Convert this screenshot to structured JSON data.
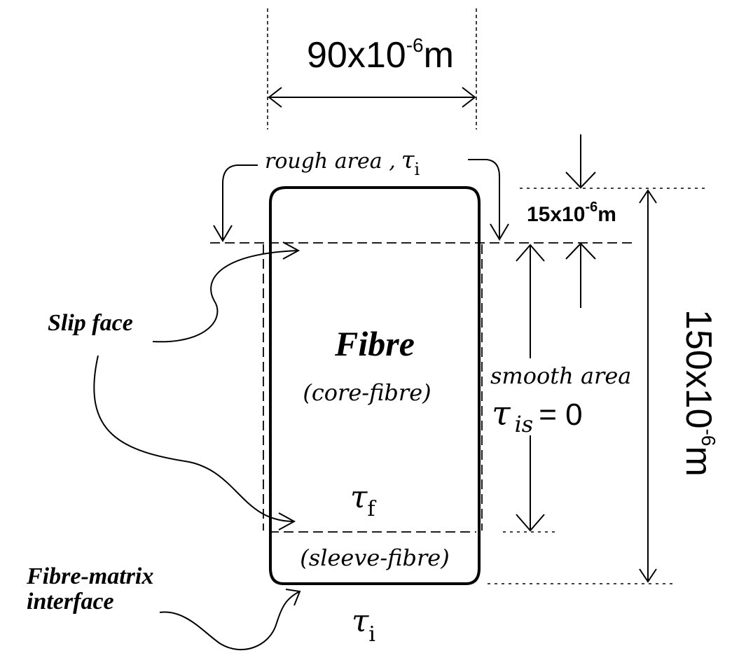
{
  "dimensions": {
    "width": {
      "value": "90x10",
      "exponent": "-6",
      "unit": "m"
    },
    "rough_length": {
      "value": "15x10",
      "exponent": "-6",
      "unit": "m"
    },
    "total_length": {
      "value": "150x10",
      "exponent": "-6",
      "unit": "m"
    }
  },
  "labels": {
    "rough_area": "rough  area ,",
    "tau": "τ",
    "i": "i",
    "f": "f",
    "is": "is",
    "smooth_area": "smooth area",
    "equals_zero": "= 0",
    "fibre": "Fibre",
    "core_fibre": "(core-fibre)",
    "sleeve_fibre": "(sleeve-fibre)",
    "slip_face": "Slip face",
    "interface_line1": "Fibre-matrix",
    "interface_line2": "interface"
  }
}
